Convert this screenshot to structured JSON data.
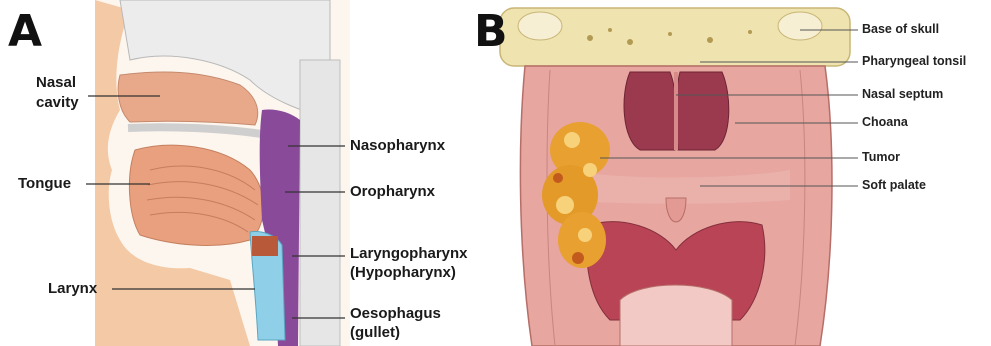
{
  "panels": {
    "a": {
      "letter": "A",
      "labels": {
        "nasal_cavity": [
          "Nasal",
          "cavity"
        ],
        "tongue": "Tongue",
        "larynx": "Larynx",
        "nasopharynx": "Nasopharynx",
        "oropharynx": "Oropharynx",
        "laryngopharynx": [
          "Laryngopharynx",
          "(Hypopharynx)"
        ],
        "oesophagus": [
          "Oesophagus",
          "(gullet)"
        ]
      },
      "colors": {
        "skin": "#f3c9a6",
        "pharynx": "#8a4a9a",
        "larynx": "#8fd0e8",
        "bone": "#e9e9e9"
      }
    },
    "b": {
      "letter": "B",
      "labels": {
        "base_of_skull": "Base of skull",
        "pharyngeal_tonsil": "Pharyngeal tonsil",
        "nasal_septum": "Nasal septum",
        "choana": "Choana",
        "tumor": "Tumor",
        "soft_palate": "Soft palate"
      },
      "colors": {
        "mucosa": "#e7a6a0",
        "tumor": "#e8a030",
        "bone": "#efe3b0"
      }
    }
  }
}
